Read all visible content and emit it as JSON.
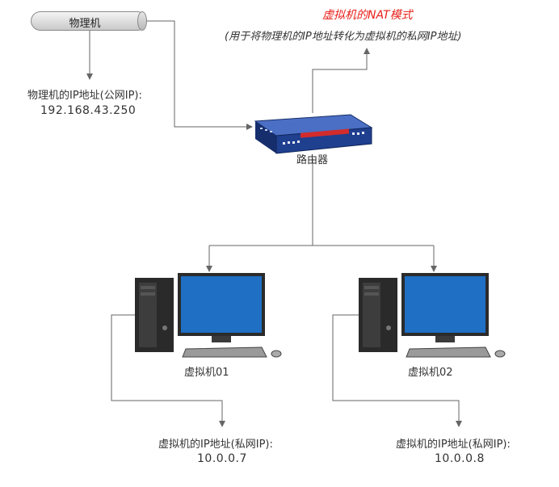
{
  "title": "虚拟机的NAT模式",
  "subtitle": "(用于将物理机的IP地址转化为虚拟机的私网IP地址)",
  "host": {
    "name": "物理机",
    "ip_label": "物理机的IP地址(公网IP):",
    "ip": "192.168.43.250"
  },
  "router": {
    "label": "路由器"
  },
  "vms": [
    {
      "name": "虚拟机01",
      "ip_label": "虚拟机的IP地址(私网IP):",
      "ip": "10.0.0.7"
    },
    {
      "name": "虚拟机02",
      "ip_label": "虚拟机的IP地址(私网IP):",
      "ip": "10.0.0.8"
    }
  ],
  "colors": {
    "title": "#e8201a",
    "router_body": "#1f3f8f",
    "monitor_screen": "#1f6fc4",
    "line": "#666666"
  }
}
